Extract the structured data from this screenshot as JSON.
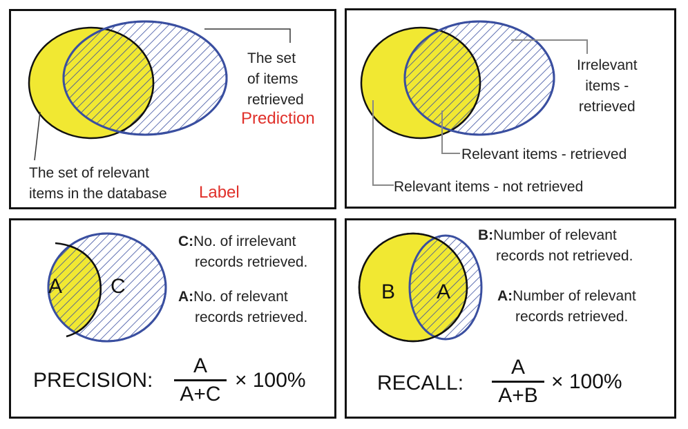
{
  "colors": {
    "relevant_fill": "#f1e832",
    "retrieved_outline": "#3a4fa0",
    "relevant_outline": "#111111",
    "hatch": "#3a4fa0",
    "annotation_red": "#e0302a"
  },
  "panel1": {
    "retrieved_label": [
      "The set",
      "of items",
      "retrieved"
    ],
    "prediction_label": "Prediction",
    "relevant_label": [
      "The set of relevant",
      "items in the database"
    ],
    "label_tag": "Label"
  },
  "panel2": {
    "irrelevant_label": [
      "Irrelevant",
      "items  -",
      "retrieved"
    ],
    "relevant_retrieved": "Relevant items - retrieved",
    "relevant_not_retrieved": "Relevant items - not retrieved"
  },
  "panel3": {
    "c_key": "C:",
    "c_desc": [
      "No. of irrelevant",
      "records retrieved."
    ],
    "a_key": "A:",
    "a_desc": [
      "No. of relevant",
      "records retrieved."
    ],
    "venn_a": "A",
    "venn_c": "C",
    "formula_label": "PRECISION:",
    "numerator": "A",
    "denominator": "A+C",
    "multiplier": "× 100%"
  },
  "panel4": {
    "b_key": "B:",
    "b_desc": [
      "Number of relevant",
      "records not retrieved."
    ],
    "a_key": "A:",
    "a_desc": [
      "Number of relevant",
      "records retrieved."
    ],
    "venn_b": "B",
    "venn_a": "A",
    "formula_label": "RECALL:",
    "numerator": "A",
    "denominator": "A+B",
    "multiplier": "× 100%"
  }
}
